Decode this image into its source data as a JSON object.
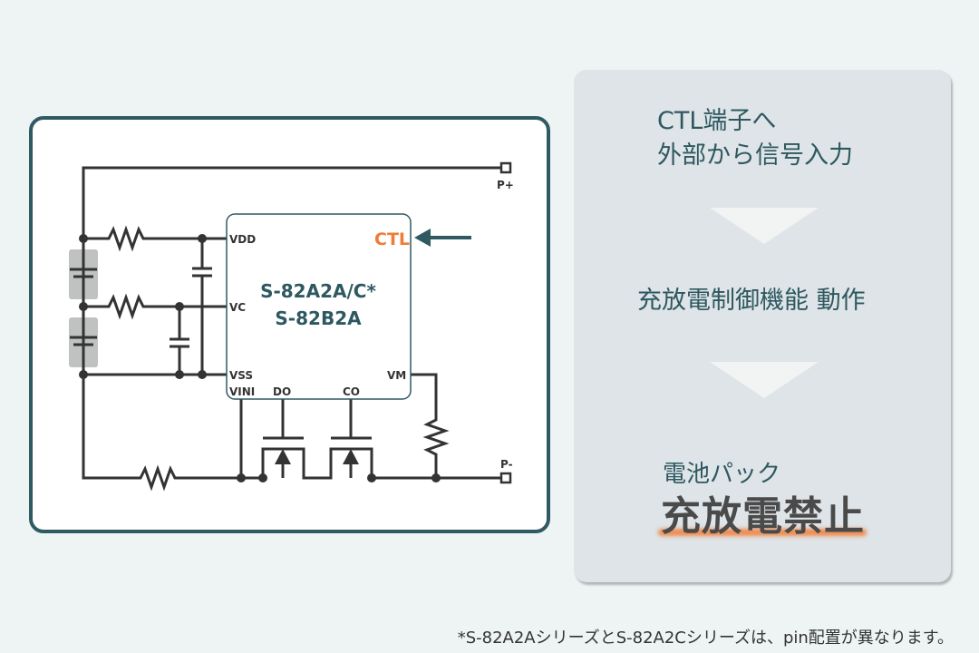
{
  "circuit": {
    "chip_line1": "S-82A2A/C*",
    "chip_line2": "S-82B2A",
    "pins": {
      "vdd": "VDD",
      "vc": "VC",
      "vss": "VSS",
      "vini": "VINI",
      "do": "DO",
      "co": "CO",
      "vm": "VM",
      "ctl": "CTL"
    },
    "terminals": {
      "p_plus": "P+",
      "p_minus": "P-"
    },
    "colors": {
      "wire": "#333333",
      "chip_border": "#2f5a62",
      "ctl": "#ee7d36",
      "arrow": "#2f5a62",
      "battery": "#c0c2c1"
    }
  },
  "flow": {
    "step1_line1": "CTL端子へ",
    "step1_line2": "外部から信号入力",
    "step2": "充放電制御機能 動作",
    "result_sub": "電池パック",
    "result_main": "充放電禁止"
  },
  "footnote": "*S-82A2AシリーズとS-82A2Cシリーズは、pin配置が異なります。"
}
